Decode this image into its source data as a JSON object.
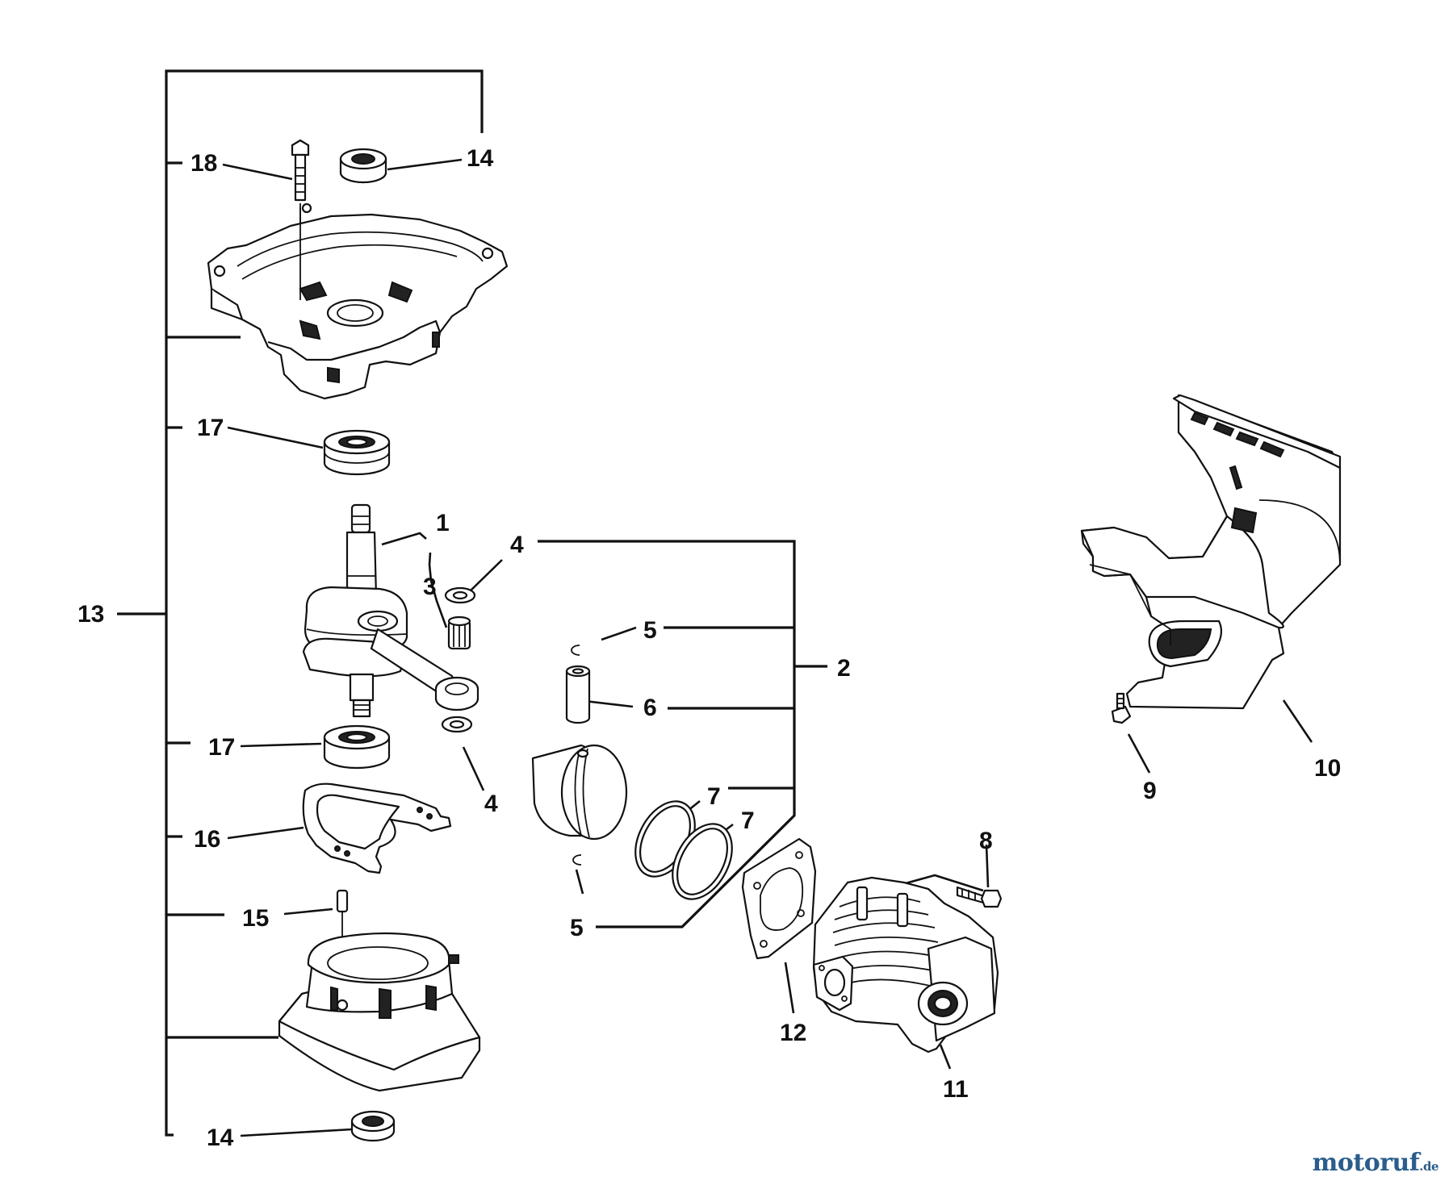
{
  "labels": {
    "p1": "1",
    "p2": "2",
    "p3": "3",
    "p4a": "4",
    "p4b": "4",
    "p5a": "5",
    "p5b": "5",
    "p6": "6",
    "p7a": "7",
    "p7b": "7",
    "p8": "8",
    "p9": "9",
    "p10": "10",
    "p11": "11",
    "p12": "12",
    "p13": "13",
    "p14a": "14",
    "p14b": "14",
    "p15": "15",
    "p16": "16",
    "p17a": "17",
    "p17b": "17",
    "p18": "18"
  },
  "watermark": {
    "main": "motoruf",
    "tld": ".de"
  }
}
